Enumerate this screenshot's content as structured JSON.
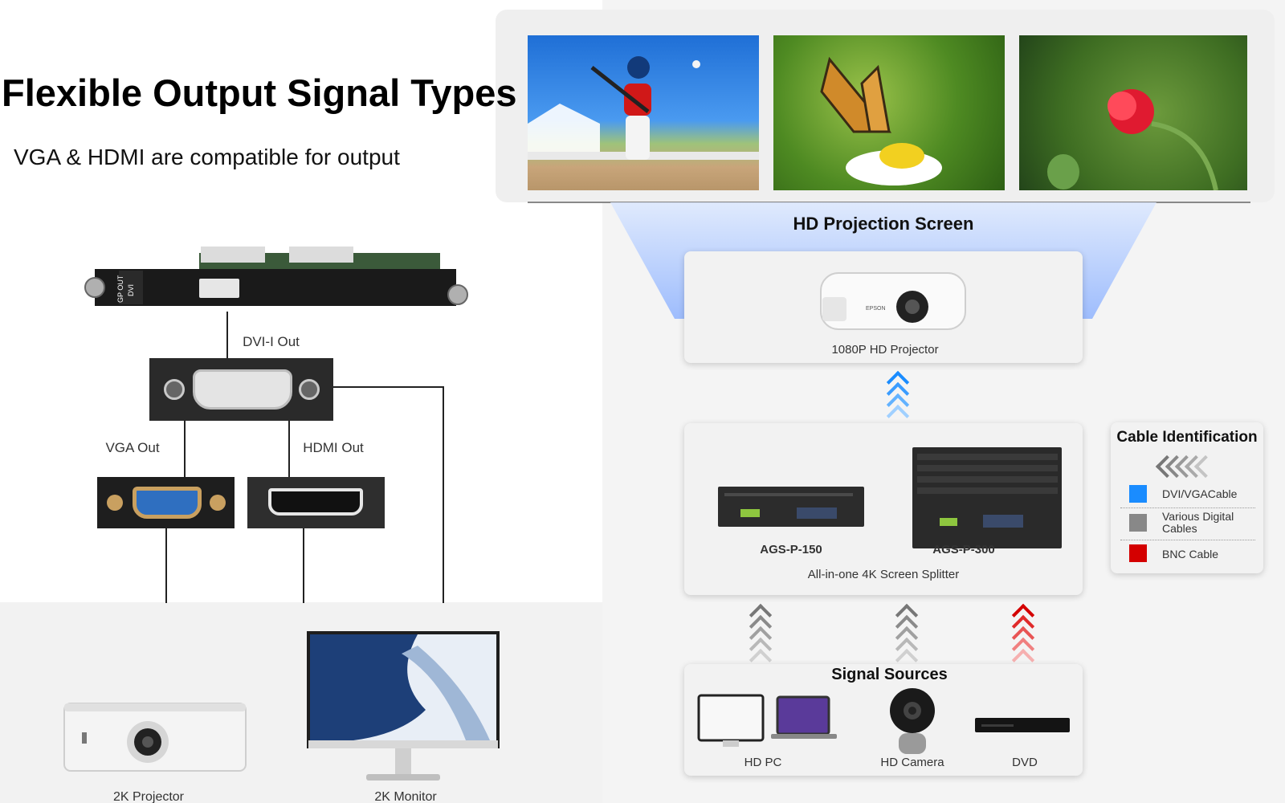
{
  "heading": {
    "title": "Flexible Output Signal Types",
    "subtitle": "VGA & HDMI are compatible for output"
  },
  "card": {
    "label_dvi_out": "DVI-I Out",
    "label_vga_out": "VGA Out",
    "label_hdmi_out": "HDMI Out",
    "silk_1": "GP OUT",
    "silk_2": "DVI"
  },
  "outputs": {
    "projector": "2K Projector",
    "monitor": "2K Monitor"
  },
  "screen": {
    "label": "HD Projection Screen",
    "projector_label": "1080P HD Projector",
    "brand": "EPSON"
  },
  "splitter": {
    "model_a": "AGS-P-150",
    "model_b": "AGS-P-300",
    "caption": "All-in-one 4K Screen Splitter"
  },
  "sources": {
    "title": "Signal Sources",
    "pc": "HD PC",
    "camera": "HD Camera",
    "dvd": "DVD"
  },
  "legend": {
    "title": "Cable Identification",
    "items": [
      {
        "label": "DVI/VGACable",
        "color": "#1a8cff"
      },
      {
        "label": "Various Digital Cables",
        "color": "#888888"
      },
      {
        "label": "BNC Cable",
        "color": "#d40000"
      }
    ]
  },
  "colors": {
    "dvi_vga": "#1a8cff",
    "digital": "#888888",
    "bnc": "#d40000"
  }
}
